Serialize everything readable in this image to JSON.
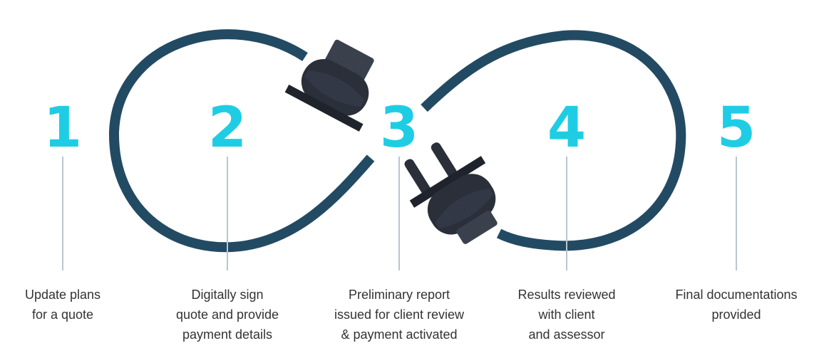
{
  "colors": {
    "accent": "#1ecde4",
    "cable": "#234a63",
    "plug_body": "#2a2f3a",
    "plug_shade": "#3a404c",
    "connector_line": "#b8c6cf",
    "caption_text": "#333333"
  },
  "icons": [
    "infinity-cable-icon",
    "female-plug-icon",
    "male-plug-icon"
  ],
  "steps": [
    {
      "number": "1",
      "caption": [
        "Update plans",
        "for a quote"
      ]
    },
    {
      "number": "2",
      "caption": [
        "Digitally sign",
        "quote and provide",
        "payment details"
      ]
    },
    {
      "number": "3",
      "caption": [
        "Preliminary report",
        "issued for client review",
        "& payment activated"
      ]
    },
    {
      "number": "4",
      "caption": [
        "Results reviewed",
        "with client",
        "and assessor"
      ]
    },
    {
      "number": "5",
      "caption": [
        "Final documentations",
        "provided"
      ]
    }
  ]
}
